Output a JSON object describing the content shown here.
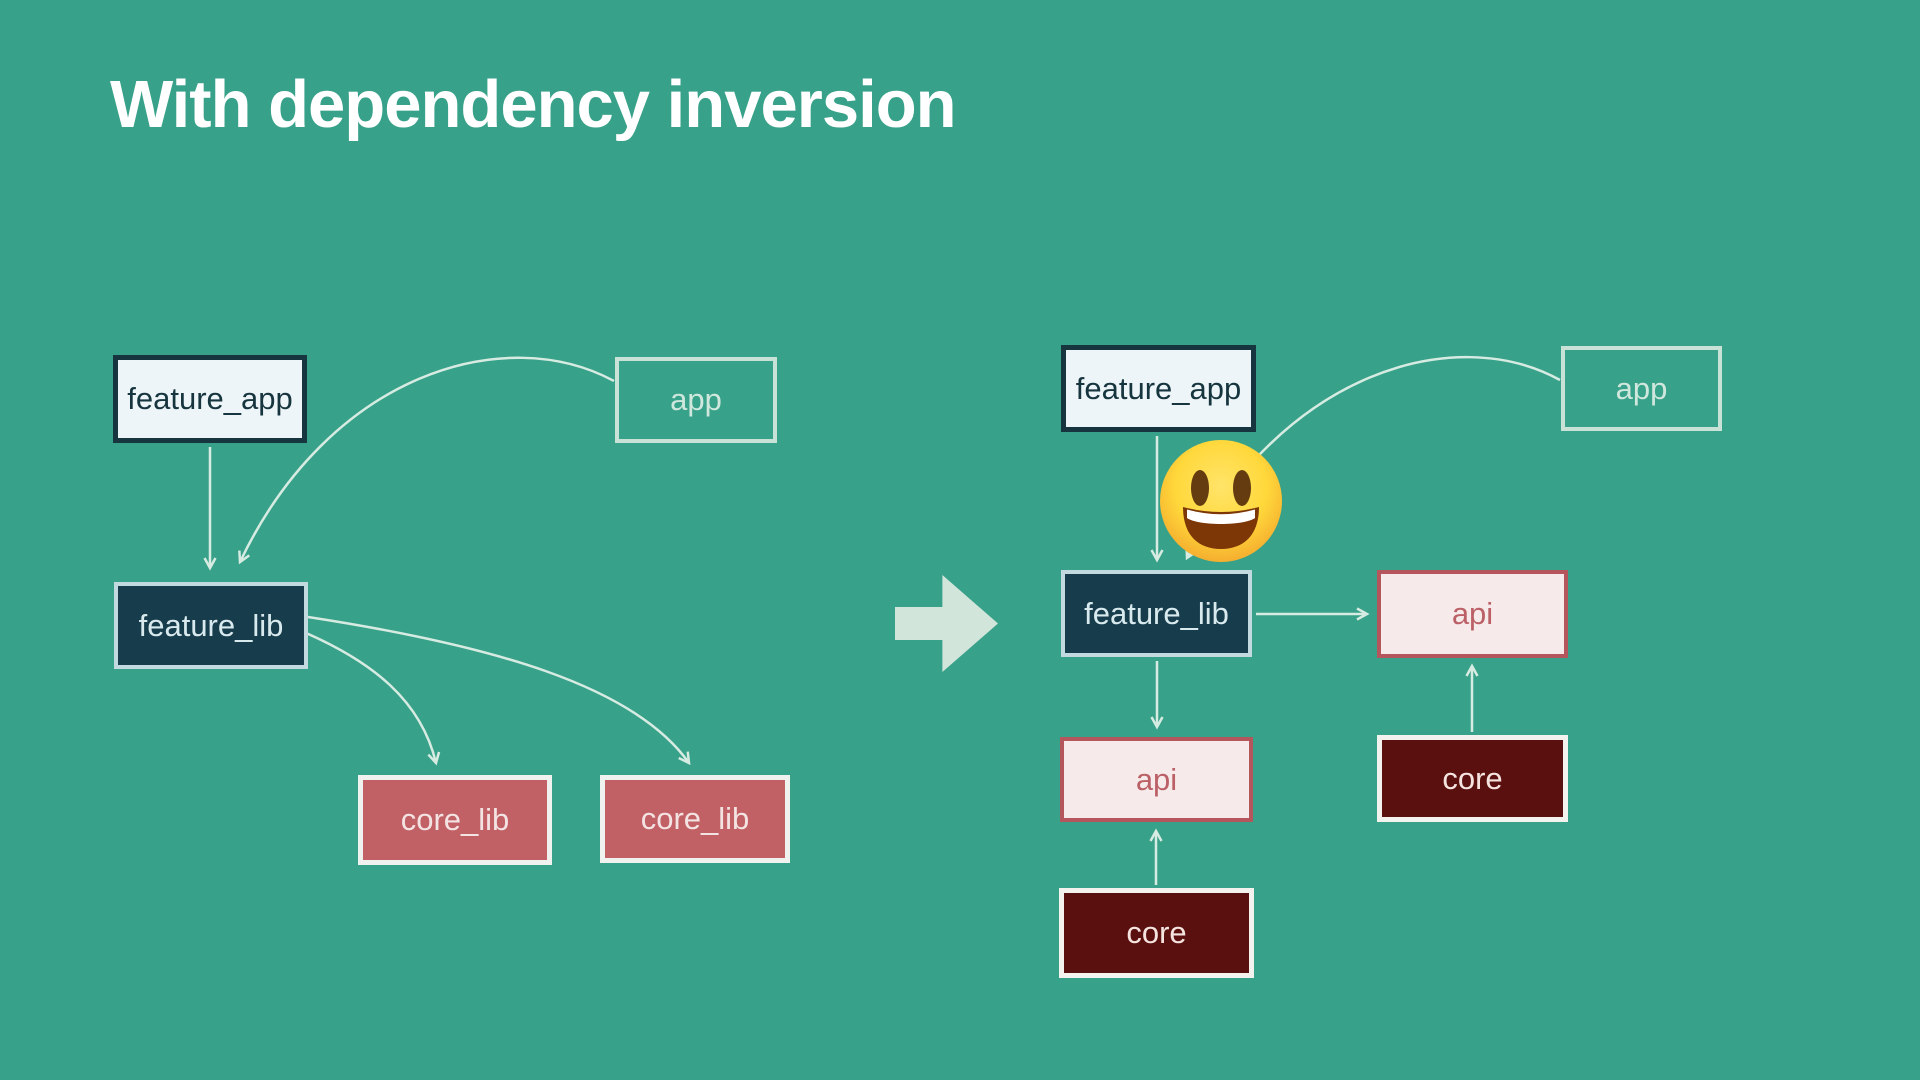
{
  "slide": {
    "title": "With dependency inversion"
  },
  "colors": {
    "background": "#38a189",
    "title_text": "#ffffff",
    "connector_line": "#d6ebe2",
    "transform_arrow": "#d2e5da",
    "node_light_bg": "#eef5f8",
    "node_light_border": "#17353f",
    "node_outline_border": "#c9e2d8",
    "node_dark_bg": "#173c4c",
    "node_rose_bg": "#c16165",
    "node_pale_bg": "#f6ebea",
    "node_pale_border": "#b4565c",
    "node_maroon_bg": "#5a100e"
  },
  "before": {
    "nodes": [
      {
        "label": "feature_app"
      },
      {
        "label": "app"
      },
      {
        "label": "feature_lib"
      },
      {
        "label": "core_lib"
      },
      {
        "label": "core_lib"
      }
    ],
    "edges": [
      "feature_app -> feature_lib",
      "app -> feature_lib",
      "feature_lib -> core_lib (left)",
      "feature_lib -> core_lib (right)"
    ]
  },
  "after": {
    "nodes": [
      {
        "label": "feature_app"
      },
      {
        "label": "app"
      },
      {
        "label": "feature_lib"
      },
      {
        "label": "api"
      },
      {
        "label": "core"
      },
      {
        "label": "api"
      },
      {
        "label": "core"
      }
    ],
    "edges": [
      "feature_app -> feature_lib",
      "app -> feature_lib",
      "feature_lib -> api (right)",
      "feature_lib -> api (below)",
      "core -> api (below pair)",
      "core -> api (right pair)"
    ]
  },
  "emoji": {
    "name": "grinning-face-with-big-eyes",
    "char": "😃"
  }
}
